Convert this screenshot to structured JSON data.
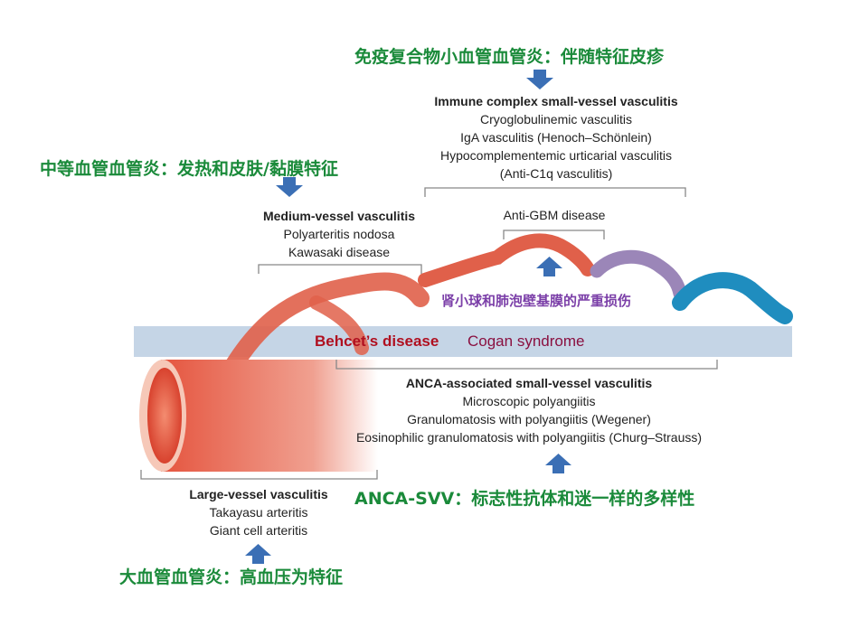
{
  "annotations": {
    "immune_complex_cn": "免疫复合物小血管血管炎：伴随特征皮疹",
    "medium_cn": "中等血管血管炎：发热和皮肤/黏膜特征",
    "anti_gbm_cn": "肾小球和肺泡壁基膜的严重损伤",
    "anca_cn": "ANCA-SVV：标志性抗体和迷一样的多样性",
    "large_cn": "大血管血管炎：高血压为特征"
  },
  "band": {
    "behcet": "Behcet’s disease",
    "cogan": "Cogan syndrome"
  },
  "immune_complex": {
    "title": "Immune complex small-vessel vasculitis",
    "items": [
      "Cryoglobulinemic vasculitis",
      "IgA vasculitis (Henoch–Schönlein)",
      "Hypocomplementemic urticarial vasculitis",
      "(Anti-C1q vasculitis)"
    ]
  },
  "anti_gbm": {
    "title": "Anti-GBM disease"
  },
  "medium": {
    "title": "Medium-vessel vasculitis",
    "items": [
      "Polyarteritis nodosa",
      "Kawasaki disease"
    ]
  },
  "anca": {
    "title": "ANCA-associated small-vessel vasculitis",
    "items": [
      "Microscopic polyangiitis",
      "Granulomatosis with polyangiitis (Wegener)",
      "Eosinophilic granulomatosis with polyangiitis (Churg–Strauss)"
    ]
  },
  "large": {
    "title": "Large-vessel vasculitis",
    "items": [
      "Takayasu arteritis",
      "Giant cell arteritis"
    ]
  },
  "colors": {
    "green": "#1a8a3a",
    "arrow": "#3b6fb5",
    "red": "#e0604a",
    "purple": "#9b86b8",
    "blue": "#1f8dbf",
    "band": "#c5d5e6"
  }
}
